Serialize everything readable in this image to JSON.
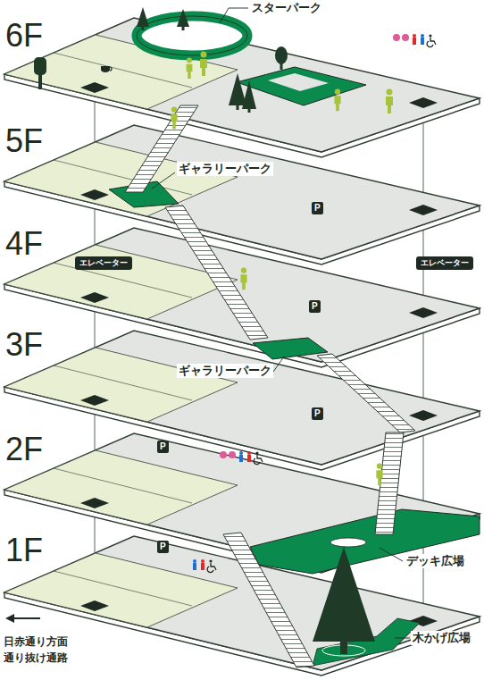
{
  "diagram": {
    "nodes": [
      {
        "text": [
          "P"
        ]
      },
      {
        "text": [
          "エレベーター"
        ]
      },
      {
        "text": [
          "エレベーター"
        ]
      },
      {
        "text": [
          "P"
        ]
      },
      {
        "text": [
          "P"
        ]
      },
      {
        "text": [
          "P"
        ]
      },
      {
        "text": [
          "P"
        ]
      }
    ],
    "labels": [
      "6F",
      "5F",
      "4F",
      "3F",
      "2F",
      "1F",
      "スターパーク",
      "ギャラリーパーク",
      "ギャラリーパーク",
      "デッキ広場",
      "木かげ広場",
      "日赤通り方面 通り抜け通路"
    ]
  }
}
